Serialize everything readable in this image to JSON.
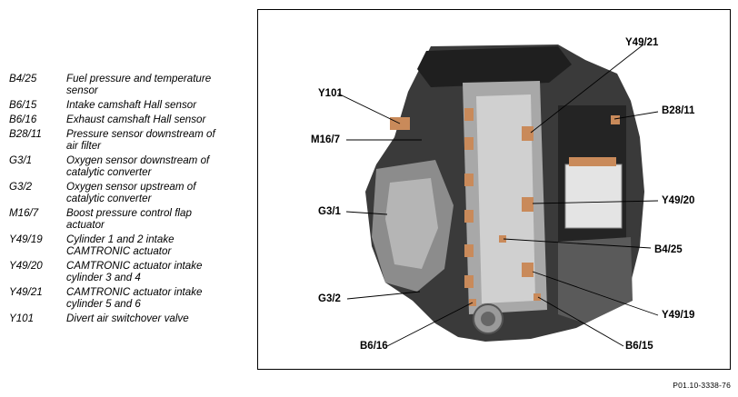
{
  "legend": [
    {
      "code": "B4/25",
      "desc": "Fuel pressure and temperature\nsensor"
    },
    {
      "code": "B6/15",
      "desc": "Intake camshaft Hall sensor"
    },
    {
      "code": "B6/16",
      "desc": "Exhaust camshaft Hall sensor"
    },
    {
      "code": "B28/11",
      "desc": "Pressure sensor downstream of\nair filter"
    },
    {
      "code": "G3/1",
      "desc": "Oxygen sensor downstream of\ncatalytic converter"
    },
    {
      "code": "G3/2",
      "desc": "Oxygen sensor upstream of\ncatalytic converter"
    },
    {
      "code": "M16/7",
      "desc": "Boost pressure control flap\nactuator"
    },
    {
      "code": "Y49/19",
      "desc": "Cylinder 1 and 2 intake\nCAMTRONIC actuator"
    },
    {
      "code": "Y49/20",
      "desc": "CAMTRONIC actuator intake\ncylinder 3 and 4"
    },
    {
      "code": "Y49/21",
      "desc": "CAMTRONIC actuator intake\ncylinder 5 and 6"
    },
    {
      "code": "Y101",
      "desc": "Divert air switchover valve"
    }
  ],
  "callouts": {
    "y49_21": "Y49/21",
    "y101": "Y101",
    "b28_11": "B28/11",
    "m16_7": "M16/7",
    "g3_1": "G3/1",
    "y49_20": "Y49/20",
    "b4_25": "B4/25",
    "g3_2": "G3/2",
    "y49_19": "Y49/19",
    "b6_16": "B6/16",
    "b6_15": "B6/15"
  },
  "figure_id": "P01.10-3338-76",
  "colors": {
    "component_highlight": "#c98a5a",
    "engine_dark": "#2b2b2b",
    "engine_mid": "#6e6e6e",
    "engine_light": "#b9b9b9"
  }
}
